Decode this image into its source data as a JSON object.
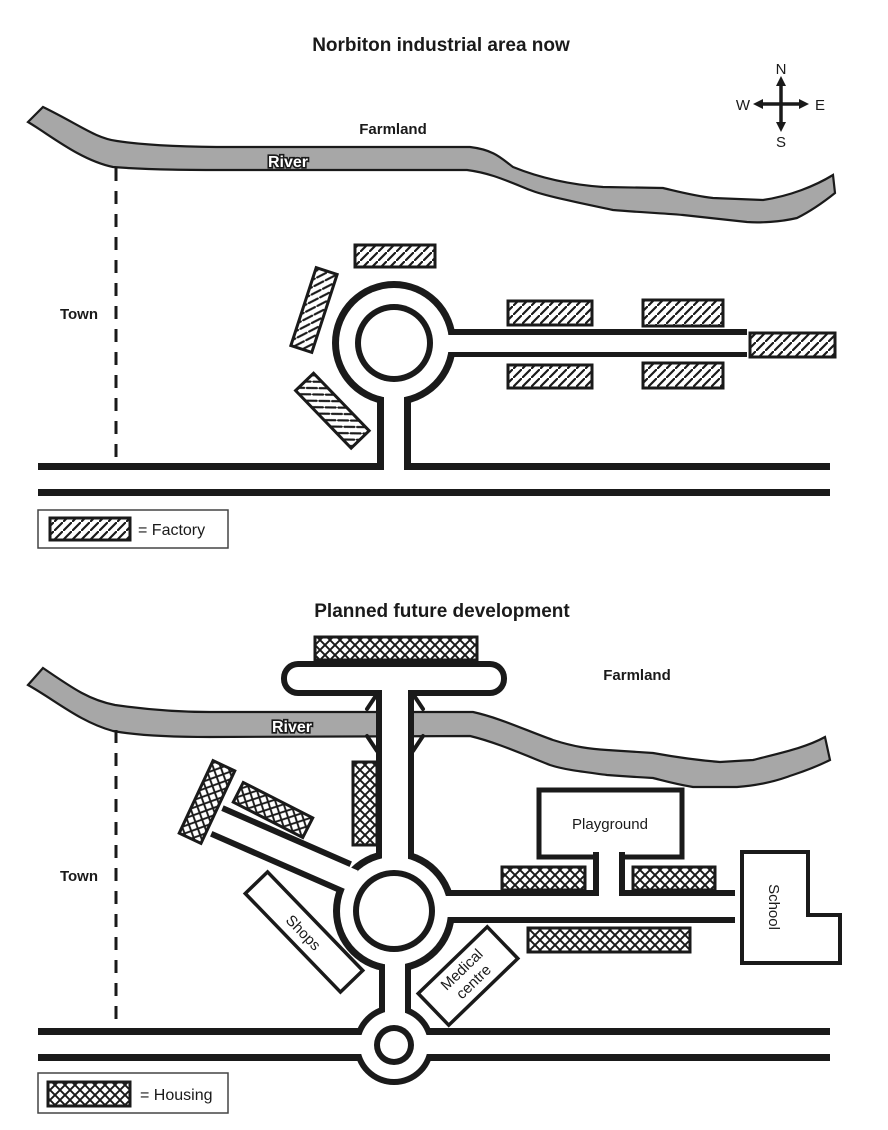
{
  "colors": {
    "ink": "#1a1a1a",
    "river_gray": "#a7a7a7",
    "background": "#ffffff"
  },
  "compass": {
    "north": "N",
    "south": "S",
    "west": "W",
    "east": "E"
  },
  "map_now": {
    "title": "Norbiton industrial area now",
    "farmland_label": "Farmland",
    "river_label": "River",
    "town_label": "Town",
    "legend_text": "= Factory",
    "legend_symbol": "diagonal-hatch",
    "factory_count": 8
  },
  "map_future": {
    "title": "Planned future development",
    "farmland_label": "Farmland",
    "river_label": "River",
    "town_label": "Town",
    "playground_label": "Playground",
    "school_label": "School",
    "shops_label": "Shops",
    "medical_label_line1": "Medical",
    "medical_label_line2": "centre",
    "legend_text": "= Housing",
    "legend_symbol": "cross-hatch",
    "housing_count": 7
  }
}
